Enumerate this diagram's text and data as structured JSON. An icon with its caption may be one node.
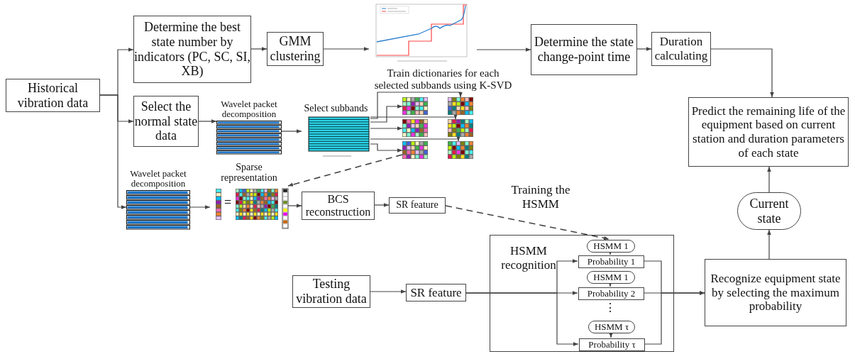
{
  "diagram": {
    "nodes": [
      {
        "text": [
          "Historical vibration data"
        ]
      },
      {
        "text": [
          "Determine the best state number by indicators (PC, SC, SI, XB)"
        ]
      },
      {
        "text": [
          "GMM clustering"
        ]
      },
      {
        "text": [],
        "shape": "picture"
      },
      {
        "text": [
          "Determine the state change-point time"
        ]
      },
      {
        "text": [
          "Duration calculating"
        ]
      },
      {
        "text": [
          "Predict the remaining life of the equipment based on current station and duration parameters of each state"
        ]
      },
      {
        "text": [
          "Select the normal state data"
        ]
      },
      {
        "text": [
          "Wavelet packet decomposition"
        ]
      },
      {
        "text": [
          "Select subbands"
        ]
      },
      {
        "text": [],
        "shape": "picture"
      },
      {
        "text": [],
        "shape": "picture"
      },
      {
        "text": [],
        "shape": "picture"
      },
      {
        "text": [],
        "shape": "picture"
      },
      {
        "text": [],
        "shape": "picture"
      },
      {
        "text": [],
        "shape": "picture"
      },
      {
        "text": [
          "Wavelet packet decomposition"
        ]
      },
      {
        "text": [
          "Sparse representation",
          "="
        ]
      },
      {
        "text": [
          "BCS reconstruction"
        ]
      },
      {
        "text": [
          "SR feature"
        ]
      },
      {
        "text": [
          "HSMM recognition"
        ]
      },
      {
        "text": [
          "HSMM 1"
        ],
        "in": 20
      },
      {
        "text": [
          "Probability 1"
        ],
        "in": 20
      },
      {
        "text": [
          "HSMM 1"
        ],
        "in": 20
      },
      {
        "text": [
          "Probability 2"
        ],
        "in": 20
      },
      {
        "text": [
          "HSMM τ"
        ],
        "in": 20
      },
      {
        "text": [
          "Probability τ"
        ],
        "in": 20
      },
      {
        "text": [
          "Testing vibration data"
        ]
      },
      {
        "text": [
          "SR feature"
        ]
      },
      {
        "text": [
          "Recognize equipment state by selecting the maximum probability"
        ]
      },
      {
        "text": [
          "Current state"
        ]
      }
    ],
    "edges": [
      {
        "from": 0,
        "to": 1,
        "arrow": "to"
      },
      {
        "from": 0,
        "to": 7,
        "arrow": "to"
      },
      {
        "from": 0,
        "to": 16,
        "arrow": "to"
      },
      {
        "from": 1,
        "to": 2,
        "arrow": "to"
      },
      {
        "from": 2,
        "to": 3,
        "arrow": "to"
      },
      {
        "from": 3,
        "to": 4,
        "arrow": "to"
      },
      {
        "from": 4,
        "to": 5,
        "arrow": "to"
      },
      {
        "from": 5,
        "to": 6,
        "arrow": "to"
      },
      {
        "from": 7,
        "to": 8,
        "arrow": "to"
      },
      {
        "from": 8,
        "to": 9,
        "arrow": "to"
      },
      {
        "from": 9,
        "to": 11,
        "arrow": "to"
      },
      {
        "from": 9,
        "to": 10,
        "arrow": "to"
      },
      {
        "from": 9,
        "to": 13,
        "arrow": "to"
      },
      {
        "from": 9,
        "to": 12,
        "arrow": "to"
      },
      {
        "from": 9,
        "to": 15,
        "arrow": "to"
      },
      {
        "from": 9,
        "to": 14,
        "arrow": "to"
      },
      {
        "from": 14,
        "to": 17,
        "arrow": "to",
        "style": "dashed"
      },
      {
        "from": 16,
        "to": 17,
        "arrow": "to"
      },
      {
        "from": 17,
        "to": 18,
        "arrow": "to"
      },
      {
        "from": 18,
        "to": 19,
        "arrow": "to"
      },
      {
        "from": 19,
        "to": 21,
        "arrow": "to",
        "style": "dashed",
        "label": "Training the HSMM"
      },
      {
        "from": 27,
        "to": 28,
        "arrow": "to"
      },
      {
        "from": 28,
        "to": 24,
        "arrow": "to"
      },
      {
        "from": 28,
        "to": 22,
        "arrow": "to"
      },
      {
        "from": 28,
        "to": 26,
        "arrow": "to"
      },
      {
        "from": 21,
        "to": 22,
        "arrow": "to"
      },
      {
        "from": 23,
        "to": 24,
        "arrow": "to"
      },
      {
        "from": 25,
        "to": 26,
        "arrow": "to"
      },
      {
        "from": 22,
        "to": 29,
        "arrow": "to"
      },
      {
        "from": 24,
        "to": 29,
        "arrow": "to"
      },
      {
        "from": 26,
        "to": 29,
        "arrow": "to"
      },
      {
        "from": 29,
        "to": 30,
        "arrow": "to"
      },
      {
        "from": 30,
        "to": 6,
        "arrow": "to"
      }
    ],
    "labels": [
      "Train dictionaries for each selected subbands using K-SVD",
      "⋮"
    ]
  }
}
